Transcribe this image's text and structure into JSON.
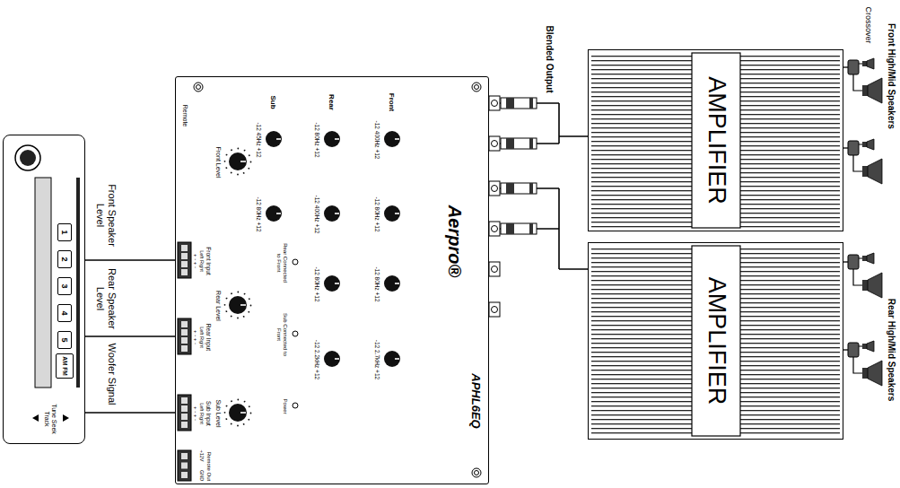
{
  "diagram": {
    "nodes": [
      {
        "text": [
          "AMPLIFIER"
        ]
      },
      {
        "text": [
          "AMPLIFIER"
        ]
      },
      {
        "text": [
          "Aerpro®",
          "APHL6EQ",
          "Remote",
          "Front",
          "Rear",
          "Sub",
          "-12 400Hz +12",
          "-12 80Hz +12",
          "-12 80Hz +12",
          "-12 2.7kHz +12",
          "-12 80Hz +12",
          "-12 400Hz +12",
          "-12 80Hz +12",
          "-12 2.2kHz +12",
          "-12 45Hz +12",
          "-12 80Hz +12",
          "Front Level",
          "Rear Level",
          "Sub Level",
          "Rear Connected to Front",
          "Sub Connected to Front",
          "Power",
          "Front Input",
          "Rear Input",
          "Sub Input",
          "Remote Out",
          "Left Right",
          "Left Right",
          "Left Right",
          "+ - + -",
          "+ - + -",
          "+ - + -",
          "+12V",
          "GND"
        ]
      },
      {
        "text": [
          "Tune Seek Track"
        ]
      },
      {
        "text": [
          "1"
        ],
        "in": 3
      },
      {
        "text": [
          "2"
        ],
        "in": 3
      },
      {
        "text": [
          "3"
        ],
        "in": 3
      },
      {
        "text": [
          "4"
        ],
        "in": 3
      },
      {
        "text": [
          "5"
        ],
        "in": 3
      },
      {
        "text": [
          "AM FM"
        ],
        "in": 3
      }
    ],
    "edges": [
      {
        "from": 2,
        "to": 0,
        "arrow": "none",
        "label": "Blended Output"
      },
      {
        "from": 2,
        "to": 1,
        "arrow": "none"
      },
      {
        "from": 3,
        "to": 2,
        "arrow": "none",
        "label": "Front Speaker Level"
      },
      {
        "from": 3,
        "to": 2,
        "arrow": "none",
        "label": "Rear Speaker Level"
      },
      {
        "from": 3,
        "to": 2,
        "arrow": "none",
        "label": "Woofer Signal"
      }
    ],
    "labels": [
      "Crossover",
      "Front High/Mid Speakers",
      "Rear High/Mid Speakers"
    ]
  }
}
